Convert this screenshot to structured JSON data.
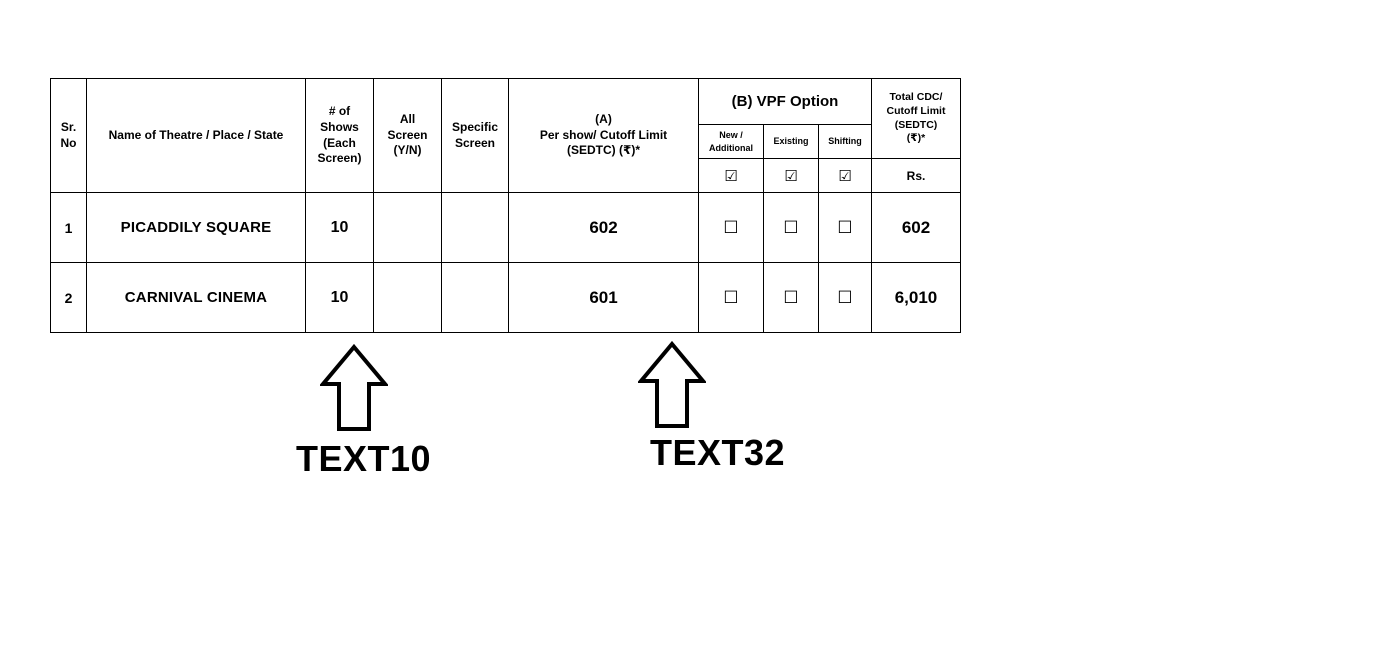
{
  "table": {
    "headers": {
      "sr_no": "Sr.\nNo",
      "name": "Name of Theatre / Place / State",
      "shows": "# of\nShows\n(Each\nScreen)",
      "all_screen": "All\nScreen\n(Y/N)",
      "specific_screen": "Specific\nScreen",
      "per_show": "(A)\nPer show/ Cutoff Limit\n(SEDTC) (₹)*",
      "vpf_option": "(B) VPF Option",
      "vpf_sub_1": "New /\nAdditional",
      "vpf_sub_2": "Existing",
      "vpf_sub_3": "Shifting",
      "vpf_check": "☑",
      "total_cdc": "Total CDC/\nCutoff Limit\n(SEDTC)\n(₹)*",
      "rs": "Rs."
    },
    "rows": [
      {
        "sr": "1",
        "name": "PICADDILY SQUARE",
        "shows": "10",
        "all_screen": "",
        "specific_screen": "",
        "per_show": "602",
        "vpf_1": "☐",
        "vpf_2": "☐",
        "vpf_3": "☐",
        "total": "602"
      },
      {
        "sr": "2",
        "name": "CARNIVAL CINEMA",
        "shows": "10",
        "all_screen": "",
        "specific_screen": "",
        "per_show": "601",
        "vpf_1": "☐",
        "vpf_2": "☐",
        "vpf_3": "☐",
        "total": "6,010"
      }
    ]
  },
  "annotations": {
    "arrow_1_label": "TEXT10",
    "arrow_2_label": "TEXT32"
  },
  "colors": {
    "border": "#000000",
    "text": "#000000",
    "background": "#ffffff"
  }
}
